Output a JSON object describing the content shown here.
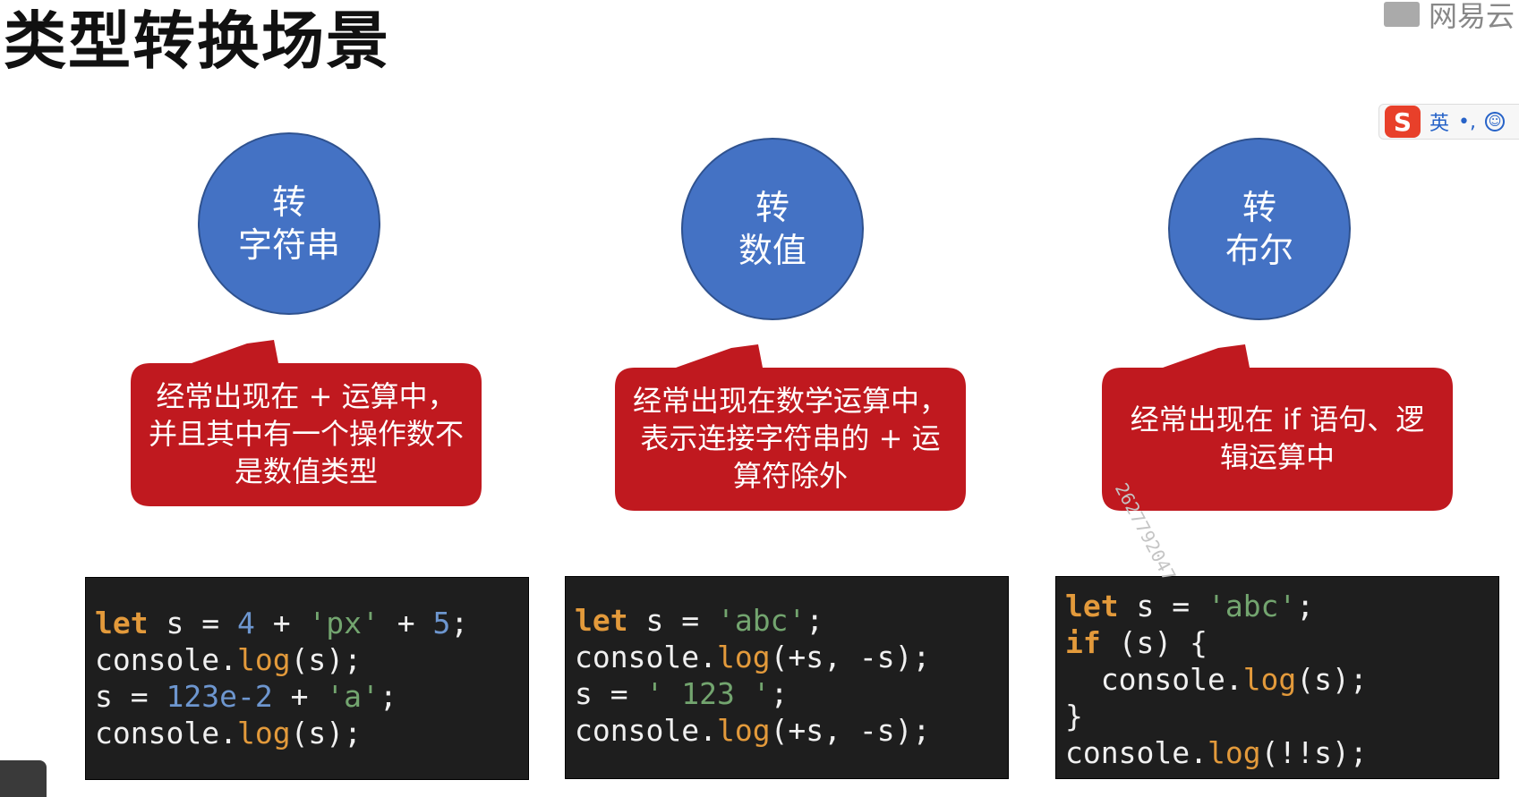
{
  "title": "类型转换场景",
  "logo_text": "网易云",
  "ime": {
    "logo": "S",
    "mode": "英",
    "punct": "•,",
    "smile": "☺"
  },
  "watermark": "2627792047",
  "circles": [
    {
      "line1": "转",
      "line2": "字符串"
    },
    {
      "line1": "转",
      "line2": "数值"
    },
    {
      "line1": "转",
      "line2": "布尔"
    }
  ],
  "callouts": [
    {
      "text": "经常出现在 + 运算中，并且其中有一个操作数不是数值类型"
    },
    {
      "text": "经常出现在数学运算中，表示连接字符串的 + 运算符除外"
    },
    {
      "text": "经常出现在 if 语句、逻辑运算中"
    }
  ],
  "code_blocks": [
    {
      "lines": [
        [
          {
            "t": "let",
            "c": "kw"
          },
          {
            "t": " s = ",
            "c": ""
          },
          {
            "t": "4",
            "c": "num"
          },
          {
            "t": " + ",
            "c": ""
          },
          {
            "t": "'px'",
            "c": "str"
          },
          {
            "t": " + ",
            "c": ""
          },
          {
            "t": "5",
            "c": "num"
          },
          {
            "t": ";",
            "c": ""
          }
        ],
        [
          {
            "t": "console.",
            "c": ""
          },
          {
            "t": "log",
            "c": "fn"
          },
          {
            "t": "(s);",
            "c": ""
          }
        ],
        [
          {
            "t": "s = ",
            "c": ""
          },
          {
            "t": "123e-2",
            "c": "num"
          },
          {
            "t": " + ",
            "c": ""
          },
          {
            "t": "'a'",
            "c": "str"
          },
          {
            "t": ";",
            "c": ""
          }
        ],
        [
          {
            "t": "console.",
            "c": ""
          },
          {
            "t": "log",
            "c": "fn"
          },
          {
            "t": "(s);",
            "c": ""
          }
        ]
      ]
    },
    {
      "lines": [
        [
          {
            "t": "let",
            "c": "kw"
          },
          {
            "t": " s = ",
            "c": ""
          },
          {
            "t": "'abc'",
            "c": "str"
          },
          {
            "t": ";",
            "c": ""
          }
        ],
        [
          {
            "t": "console.",
            "c": ""
          },
          {
            "t": "log",
            "c": "fn"
          },
          {
            "t": "(+s, -s);",
            "c": ""
          }
        ],
        [
          {
            "t": "s = ",
            "c": ""
          },
          {
            "t": "' 123 '",
            "c": "str"
          },
          {
            "t": ";",
            "c": ""
          }
        ],
        [
          {
            "t": "console.",
            "c": ""
          },
          {
            "t": "log",
            "c": "fn"
          },
          {
            "t": "(+s, -s);",
            "c": ""
          }
        ]
      ]
    },
    {
      "lines": [
        [
          {
            "t": "let",
            "c": "kw"
          },
          {
            "t": " s = ",
            "c": ""
          },
          {
            "t": "'abc'",
            "c": "str"
          },
          {
            "t": ";",
            "c": ""
          }
        ],
        [
          {
            "t": "if",
            "c": "kw"
          },
          {
            "t": " (s) {",
            "c": ""
          }
        ],
        [
          {
            "t": "  console.",
            "c": ""
          },
          {
            "t": "log",
            "c": "fn"
          },
          {
            "t": "(s);",
            "c": ""
          }
        ],
        [
          {
            "t": "}",
            "c": ""
          }
        ],
        [
          {
            "t": "console.",
            "c": ""
          },
          {
            "t": "log",
            "c": "fn"
          },
          {
            "t": "(!!s);",
            "c": ""
          }
        ]
      ]
    }
  ]
}
